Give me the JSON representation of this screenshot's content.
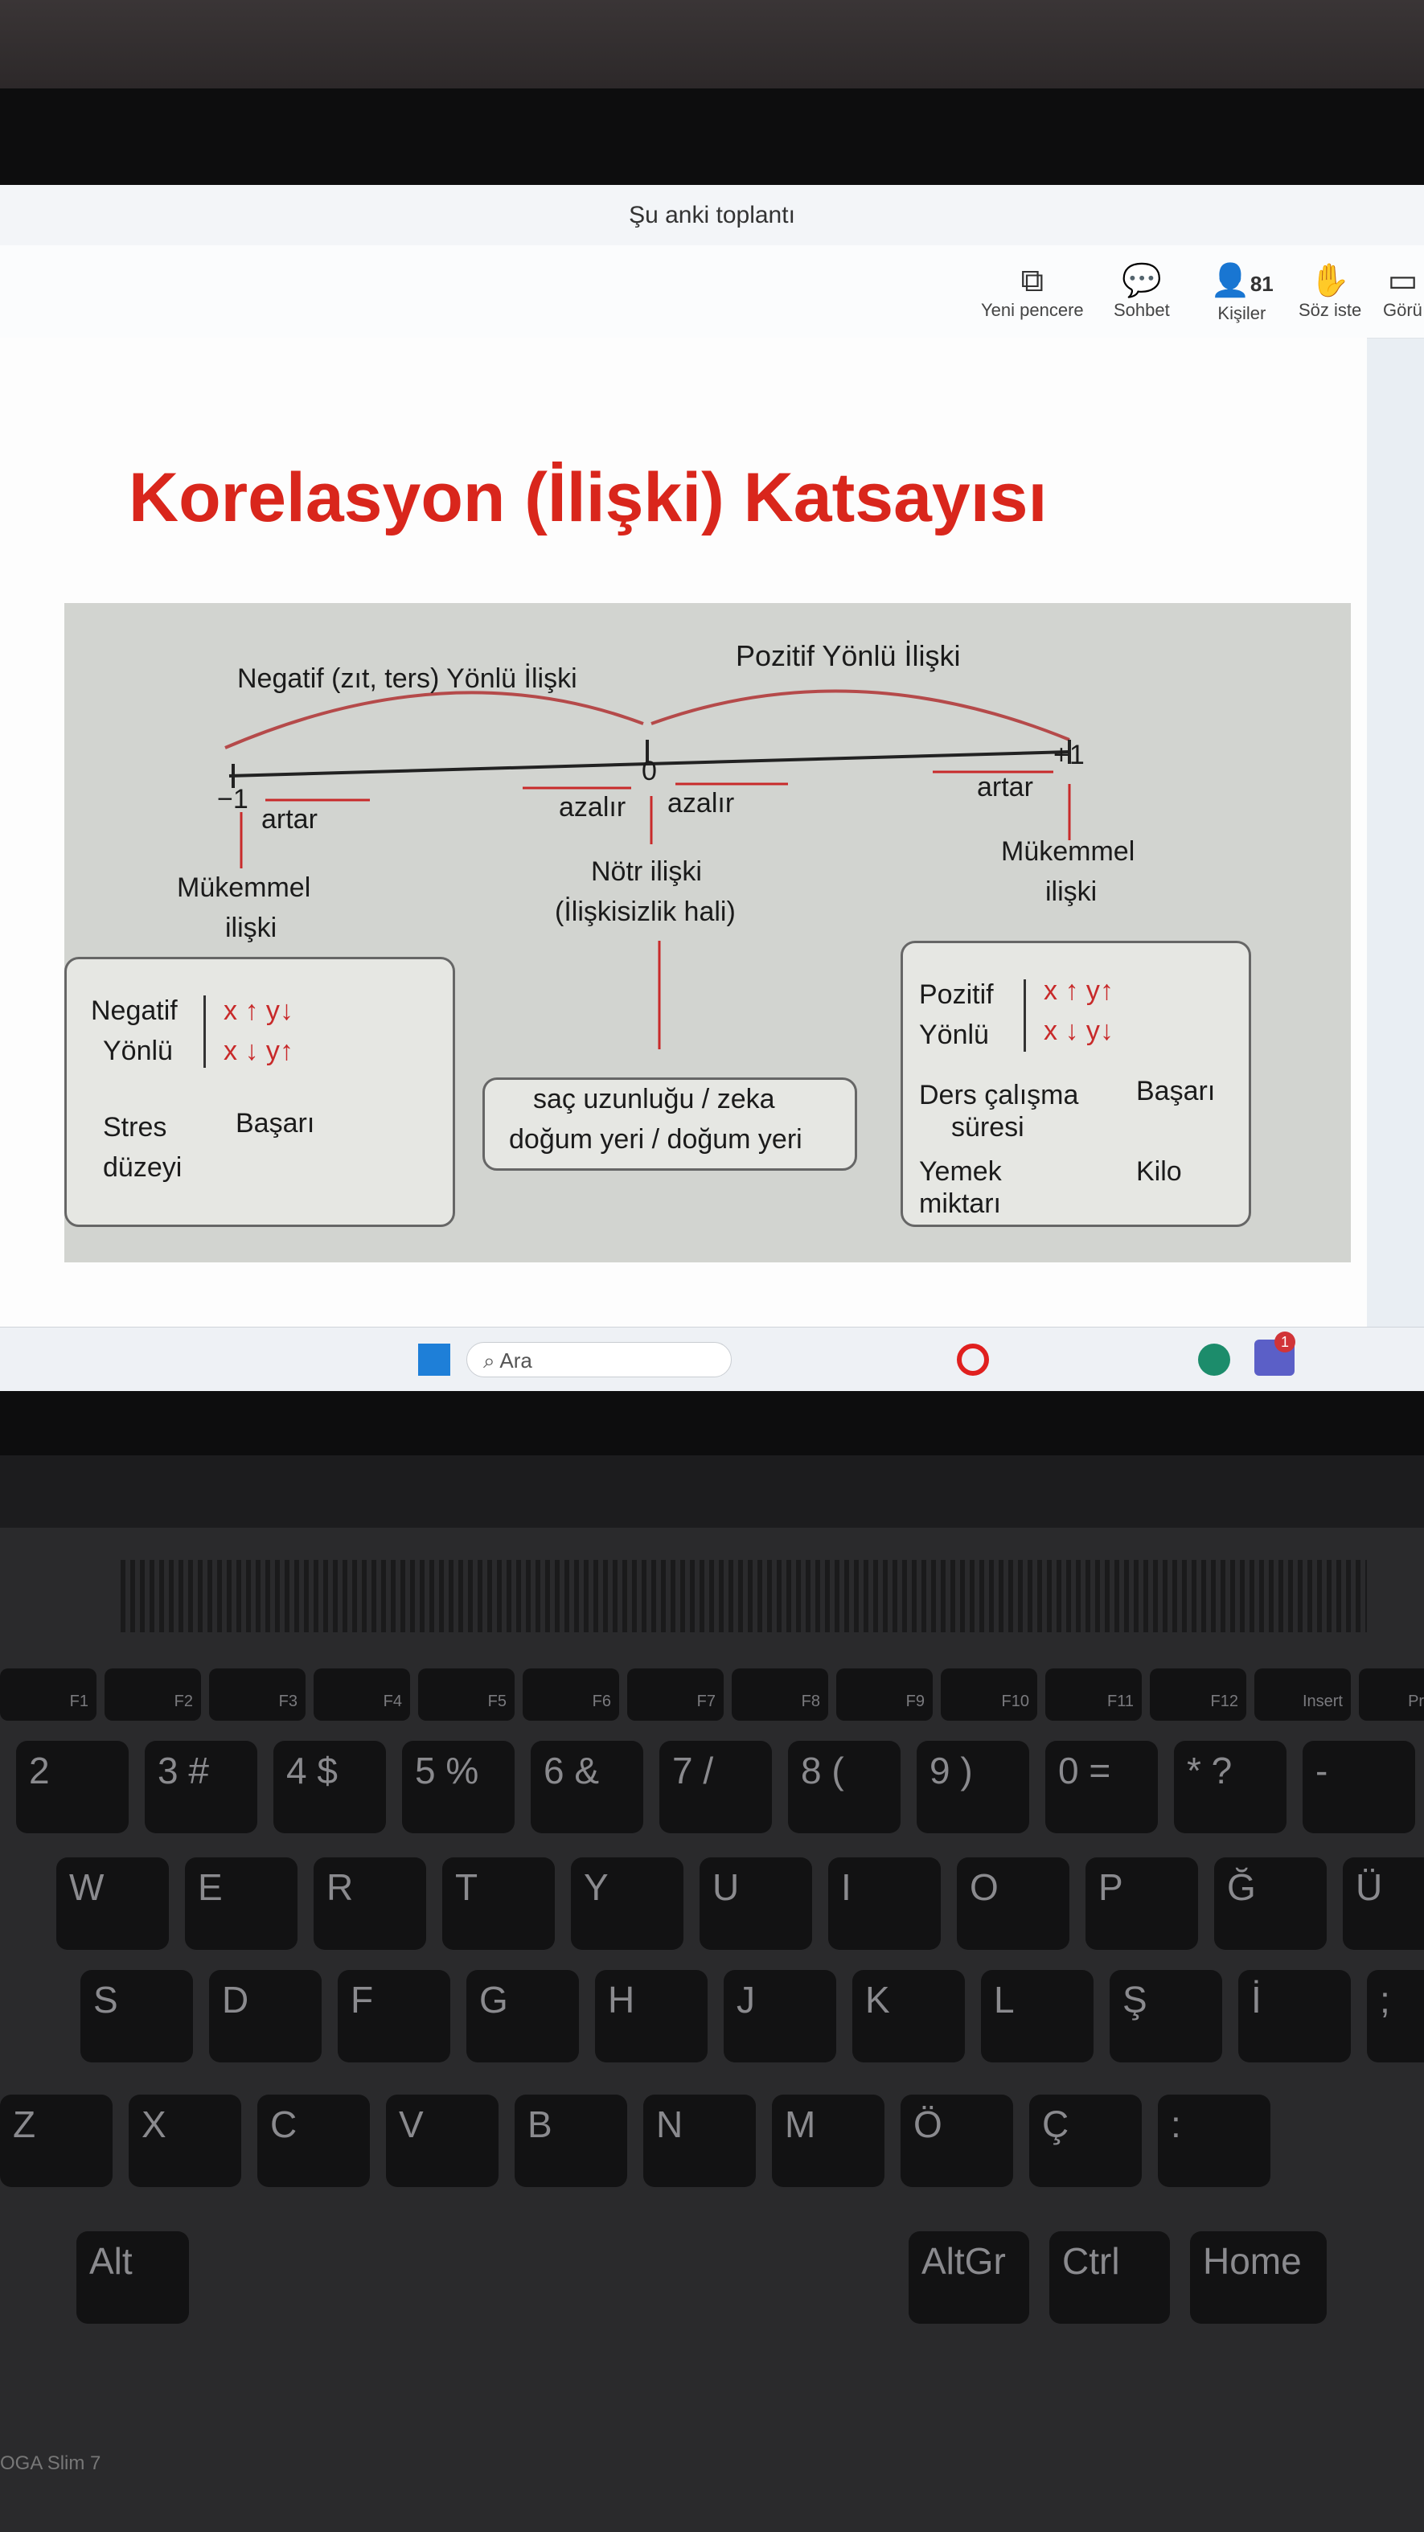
{
  "meeting": {
    "title": "Şu anki toplantı",
    "toolbar": [
      {
        "label": "Yeni pencere",
        "icon": "new-window-icon",
        "glyph": "⧉"
      },
      {
        "label": "Sohbet",
        "icon": "chat-icon",
        "glyph": "💬"
      },
      {
        "label": "Kişiler",
        "icon": "people-icon",
        "glyph": "👤",
        "count": "81"
      },
      {
        "label": "Söz iste",
        "icon": "raise-hand-icon",
        "glyph": "✋"
      },
      {
        "label": "Görü",
        "icon": "view-icon",
        "glyph": "▭"
      }
    ]
  },
  "slide": {
    "title": "Korelasyon (İlişki) Katsayısı",
    "figure": {
      "neg_header": "Negatif (zıt, ters) Yönlü İlişki",
      "pos_header": "Pozitif Yönlü İlişki",
      "minus_one": "−1",
      "zero": "0",
      "plus_one": "+1",
      "left_artar": "artar",
      "mid_azalir_left": "azalır",
      "mid_azalir_right": "azalır",
      "right_artar": "artar",
      "left_perfect": "Mükemmel",
      "left_perfect2": "ilişki",
      "neutral": "Nötr ilişki",
      "neutral2": "(İlişkisizlik hali)",
      "right_perfect": "Mükemmel",
      "right_perfect2": "ilişki",
      "left_box": {
        "dir1": "Negatif",
        "dir2": "Yönlü",
        "row1": "x ↑ y↓",
        "row2": "x ↓ y↑",
        "ex1a": "Stres",
        "ex1b": "düzeyi",
        "ex1c": "Başarı"
      },
      "mid_box": {
        "line1": "saç uzunluğu / zeka",
        "line2": "doğum yeri / doğum yeri"
      },
      "right_box": {
        "dir1": "Pozitif",
        "dir2": "Yönlü",
        "row1": "x ↑ y↑",
        "row2": "x ↓ y↓",
        "ex1a": "Ders çalışma",
        "ex1b": "süresi",
        "ex1c": "Başarı",
        "ex2a": "Yemek",
        "ex2b": "miktarı",
        "ex2c": "Kilo"
      }
    }
  },
  "taskbar": {
    "search_placeholder": "Ara",
    "badge": "1"
  },
  "keyboard": {
    "brand": "OGA Slim 7",
    "fkeys": [
      "F1",
      "F2",
      "F3",
      "F4",
      "F5",
      "F6",
      "F7",
      "F8",
      "F9",
      "F10",
      "F11",
      "F12",
      "Insert",
      "PrtSc"
    ],
    "row_numbers": [
      "2",
      "3 #",
      "4 $",
      "5 %",
      "6 &",
      "7 /",
      "8 (",
      "9 )",
      "0 =",
      "* ?",
      "-"
    ],
    "row_q": [
      "W",
      "E",
      "R",
      "T",
      "Y",
      "U",
      "I",
      "O",
      "P",
      "Ğ",
      "Ü"
    ],
    "row_a": [
      "S",
      "D",
      "F",
      "G",
      "H",
      "J",
      "K",
      "L",
      "Ş",
      "İ",
      ";"
    ],
    "row_z": [
      "Z",
      "X",
      "C",
      "V",
      "B",
      "N",
      "M",
      "Ö",
      "Ç",
      ":"
    ],
    "row_bottom": [
      "Alt",
      "AltGr",
      "Ctrl",
      "Home"
    ]
  }
}
